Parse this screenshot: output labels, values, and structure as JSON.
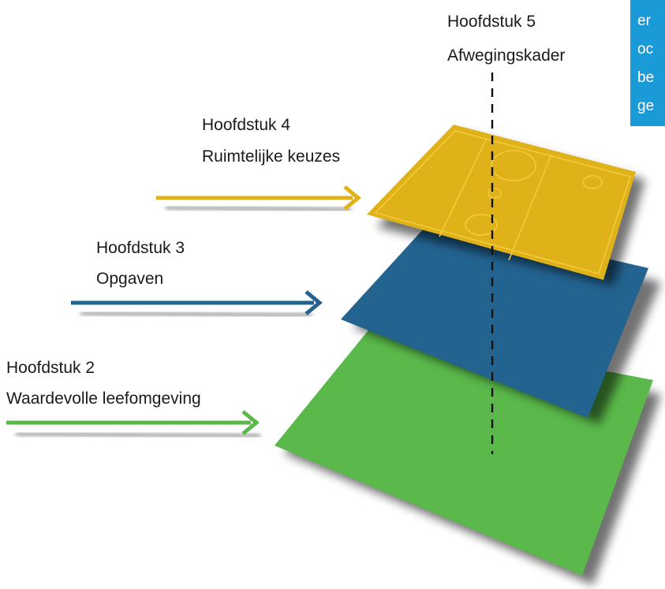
{
  "colors": {
    "green": "#5ab94a",
    "blue": "#236390",
    "yellow": "#e0b21a",
    "yellow_line": "#f2cb3c",
    "note_box": "#1a9ad6"
  },
  "note_box": {
    "lines": [
      "er",
      "oc",
      "be",
      "ge"
    ]
  },
  "chapters": [
    {
      "title": "Hoofdstuk 5",
      "subtitle": "Afwegingskader"
    },
    {
      "title": "Hoofdstuk 4",
      "subtitle": "Ruimtelijke keuzes"
    },
    {
      "title": "Hoofdstuk 3",
      "subtitle": "Opgaven"
    },
    {
      "title": "Hoofdstuk 2",
      "subtitle": "Waardevolle leefomgeving"
    }
  ]
}
